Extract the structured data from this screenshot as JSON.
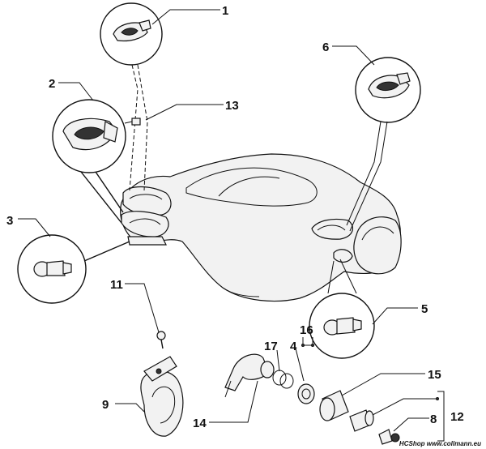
{
  "callouts": {
    "c1": "1",
    "c2": "2",
    "c3": "3",
    "c4": "4",
    "c5": "5",
    "c6": "6",
    "c8": "8",
    "c9": "9",
    "c11": "11",
    "c12": "12",
    "c13": "13",
    "c14": "14",
    "c15": "15",
    "c16": "16",
    "c17": "17"
  },
  "footer": {
    "brand": "HCShop",
    "url": "www.collmann.eu"
  }
}
